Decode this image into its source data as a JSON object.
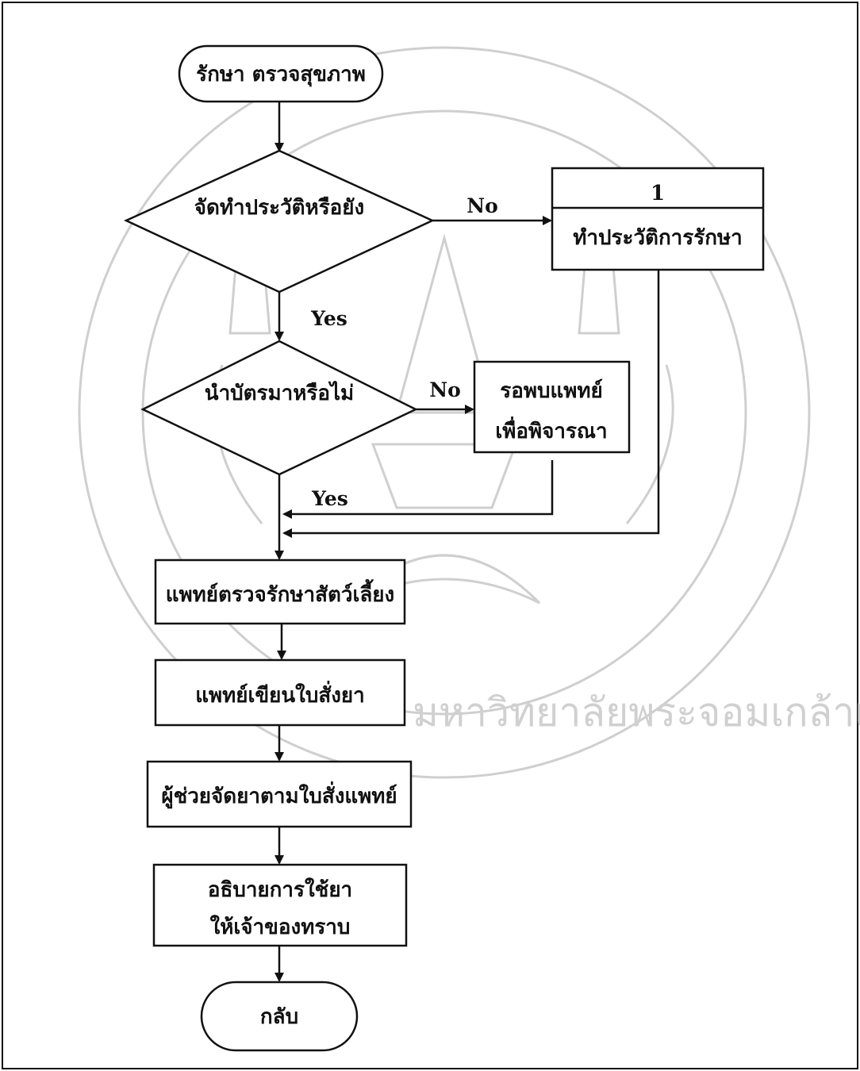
{
  "colors": {
    "ink": "#111111",
    "watermark": "#cfcfcf",
    "background": "#ffffff"
  },
  "watermark": {
    "type": "university-seal",
    "text": "มหาวิทยาลัยพระจอมเกล้าเจ้าคุณทหารลาดกระบัง"
  },
  "nodes": {
    "start": "รักษา ตรวจสุขภาพ",
    "decision_history": "จัดทำประวัติหรือยัง",
    "process_no": "1",
    "process_history": "ทำประวัติการรักษา",
    "decision_card": "นำบัตรมาหรือไม่",
    "wait_line1": "รอพบแพทย์",
    "wait_line2": "เพื่อพิจารณา",
    "examine": "แพทย์ตรวจรักษาสัตว์เลี้ยง",
    "prescribe": "แพทย์เขียนใบสั่งยา",
    "dispense": "ผู้ช่วยจัดยาตามใบสั่งแพทย์",
    "explain_line1": "อธิบายการใช้ยา",
    "explain_line2": "ให้เจ้าของทราบ",
    "end": "กลับ"
  },
  "edges": {
    "history_no": "No",
    "history_yes": "Yes",
    "card_no": "No",
    "card_yes": "Yes"
  }
}
